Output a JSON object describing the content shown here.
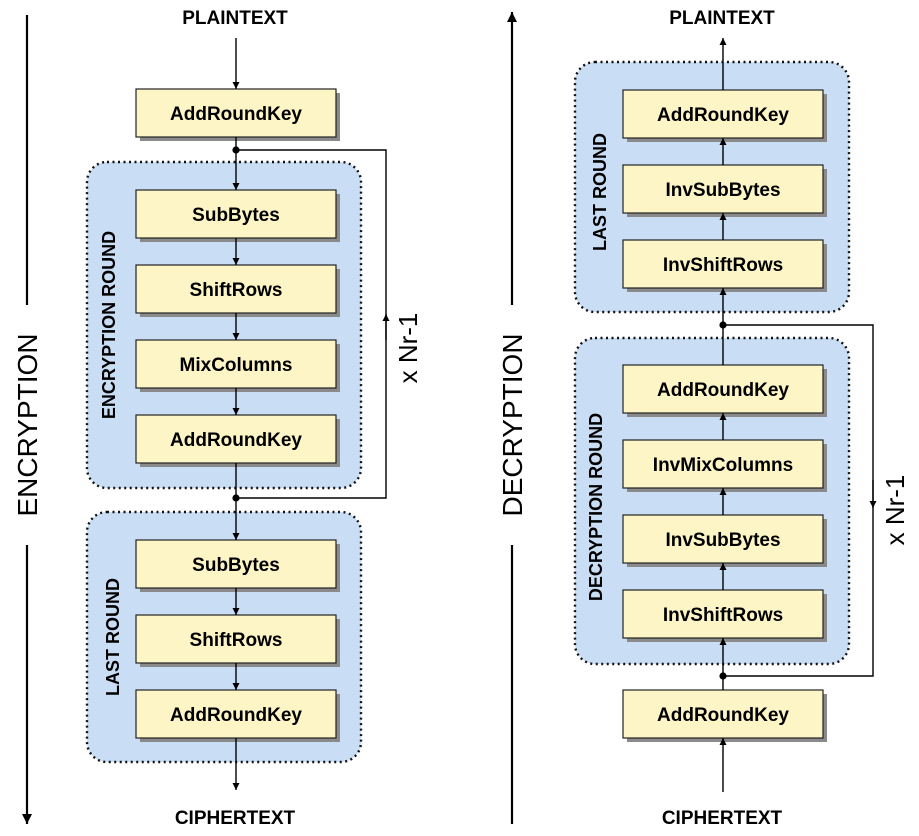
{
  "encryption": {
    "side_label": "ENCRYPTION",
    "input_label": "PLAINTEXT",
    "output_label": "CIPHERTEXT",
    "initial_step": "AddRoundKey",
    "round": {
      "label": "ENCRYPTION ROUND",
      "steps": [
        "SubBytes",
        "ShiftRows",
        "MixColumns",
        "AddRoundKey"
      ],
      "repeat_label": "x Nr-1"
    },
    "last_round": {
      "label": "LAST ROUND",
      "steps": [
        "SubBytes",
        "ShiftRows",
        "AddRoundKey"
      ]
    }
  },
  "decryption": {
    "side_label": "DECRYPTION",
    "input_label": "CIPHERTEXT",
    "output_label": "PLAINTEXT",
    "initial_step": "AddRoundKey",
    "round": {
      "label": "DECRYPTION ROUND",
      "steps": [
        "AddRoundKey",
        "InvMixColumns",
        "InvSubBytes",
        "InvShiftRows"
      ],
      "repeat_label": "x Nr-1"
    },
    "last_round": {
      "label": "LAST ROUND",
      "steps": [
        "AddRoundKey",
        "InvSubBytes",
        "InvShiftRows"
      ]
    }
  }
}
